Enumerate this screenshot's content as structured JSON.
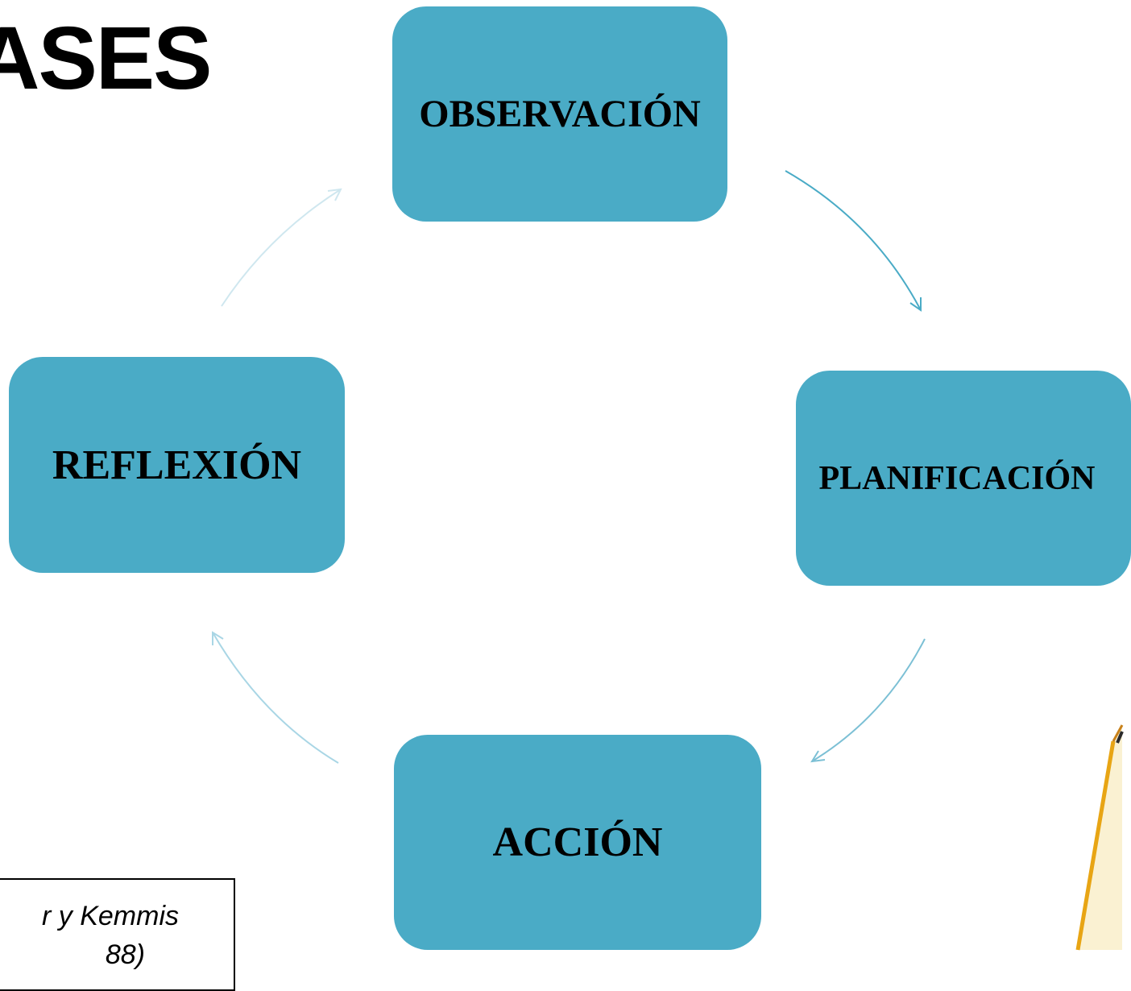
{
  "title": "ASES",
  "stages": {
    "observacion": "OBSERVACIÓN",
    "planificacion": "PLANIFICACIÓN",
    "accion": "ACCIÓN",
    "reflexion": "REFLEXIÓN"
  },
  "citation": {
    "line1": "r y Kemmis",
    "line2": "88)"
  },
  "colors": {
    "box_fill": "#4aabc6",
    "arrow_dark": "#4aabc6",
    "arrow_light": "#a9d6e5"
  },
  "icons": [
    "pencil-decoration"
  ]
}
